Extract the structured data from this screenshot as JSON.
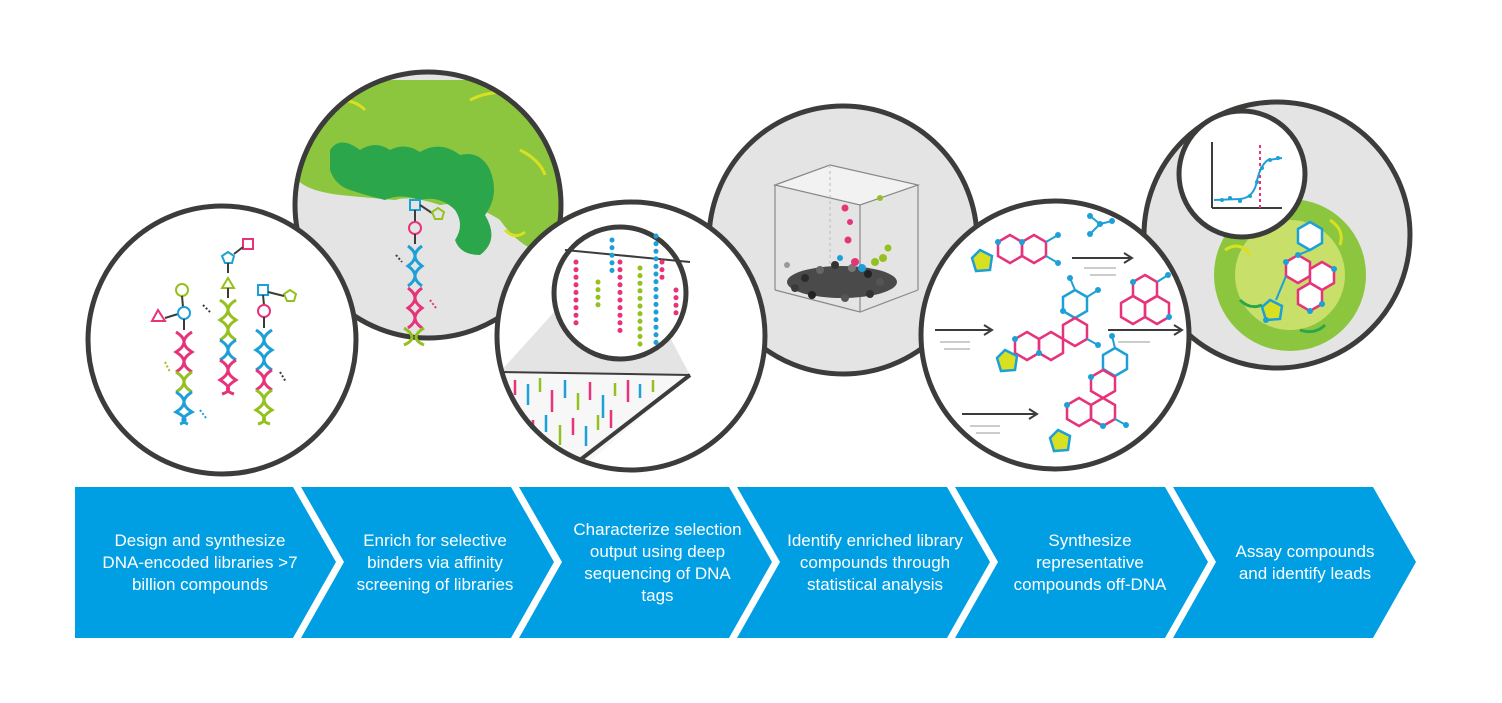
{
  "colors": {
    "arrow_blue": "#009fe3",
    "circle_border": "#3c3c3b",
    "panel_grey": "#e4e4e4",
    "dna_pink": "#e6337a",
    "dna_blue": "#1d9fd8",
    "dna_green": "#95c11f",
    "protein_green": "#8cc63f",
    "protein_dark": "#2ca64a"
  },
  "steps": [
    {
      "label": "Design and synthesize DNA-encoded libraries >7 billion compounds",
      "icon": "dna-library-icon"
    },
    {
      "label": "Enrich for selective binders via affinity screening of libraries",
      "icon": "protein-binding-icon"
    },
    {
      "label": "Characterize selection output using deep sequencing of DNA tags",
      "icon": "sequencing-chip-icon"
    },
    {
      "label": "Identify enriched library compounds through statistical analysis",
      "icon": "data-cube-icon"
    },
    {
      "label": "Synthesize representative compounds off-DNA",
      "icon": "molecule-synthesis-icon"
    },
    {
      "label": "Assay compounds and identify leads",
      "icon": "dose-response-icon"
    }
  ]
}
